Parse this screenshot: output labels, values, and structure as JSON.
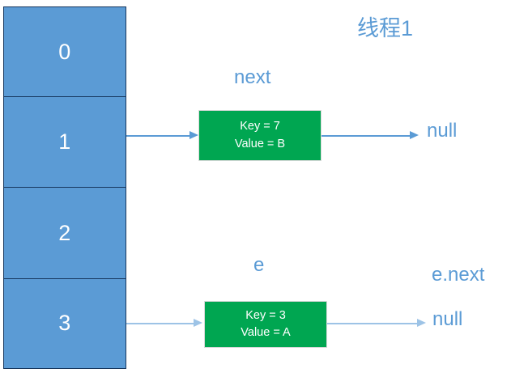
{
  "diagram": {
    "title": "线程1",
    "type": "linked-list-bucket-diagram",
    "colors": {
      "bucket_fill": "#5b9bd5",
      "bucket_border": "#17375e",
      "node_fill": "#00a651",
      "arrow_primary": "#5b9bd5",
      "arrow_secondary": "#9dc3e6",
      "label_text": "#5b9bd5",
      "node_text": "#ffffff"
    }
  },
  "bucket_table": {
    "name": "hash-bucket-array",
    "cells": [
      {
        "index": "0"
      },
      {
        "index": "1"
      },
      {
        "index": "2"
      },
      {
        "index": "3"
      }
    ]
  },
  "nodes": {
    "node_b": {
      "key_line": "Key = 7",
      "value_line": "Value = B"
    },
    "node_a": {
      "key_line": "Key = 3",
      "value_line": "Value = A"
    }
  },
  "labels": {
    "thread": "线程1",
    "next": "next",
    "null_upper": "null",
    "e": "e",
    "e_next": "e.next",
    "null_lower": "null"
  }
}
